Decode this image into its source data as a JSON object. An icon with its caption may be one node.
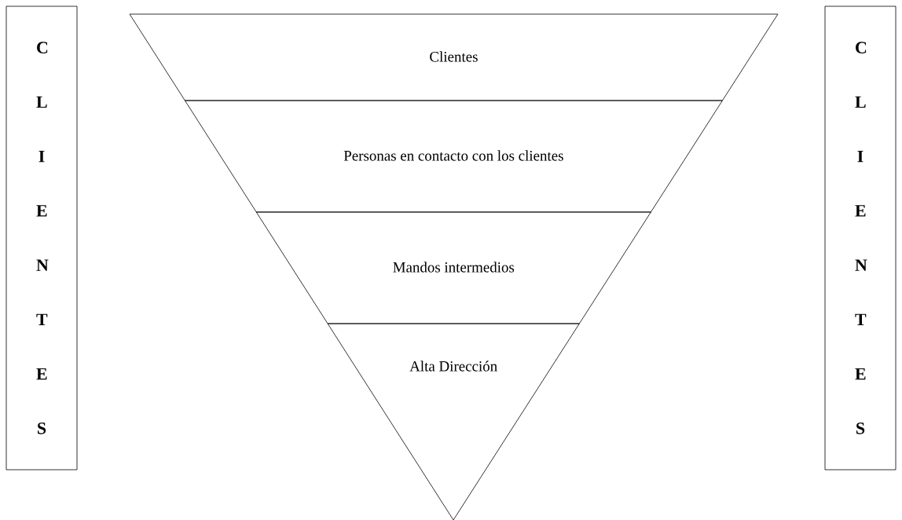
{
  "diagram": {
    "nodes": [
      {
        "text": [
          "C L I E N T E S"
        ]
      },
      {
        "text": [
          "Clientes"
        ]
      },
      {
        "text": [
          "Personas en contacto con los clientes"
        ]
      },
      {
        "text": [
          "Mandos intermedios"
        ]
      },
      {
        "text": [
          "Alta Dirección"
        ]
      },
      {
        "text": [
          "C L I E N T E S"
        ]
      }
    ]
  }
}
